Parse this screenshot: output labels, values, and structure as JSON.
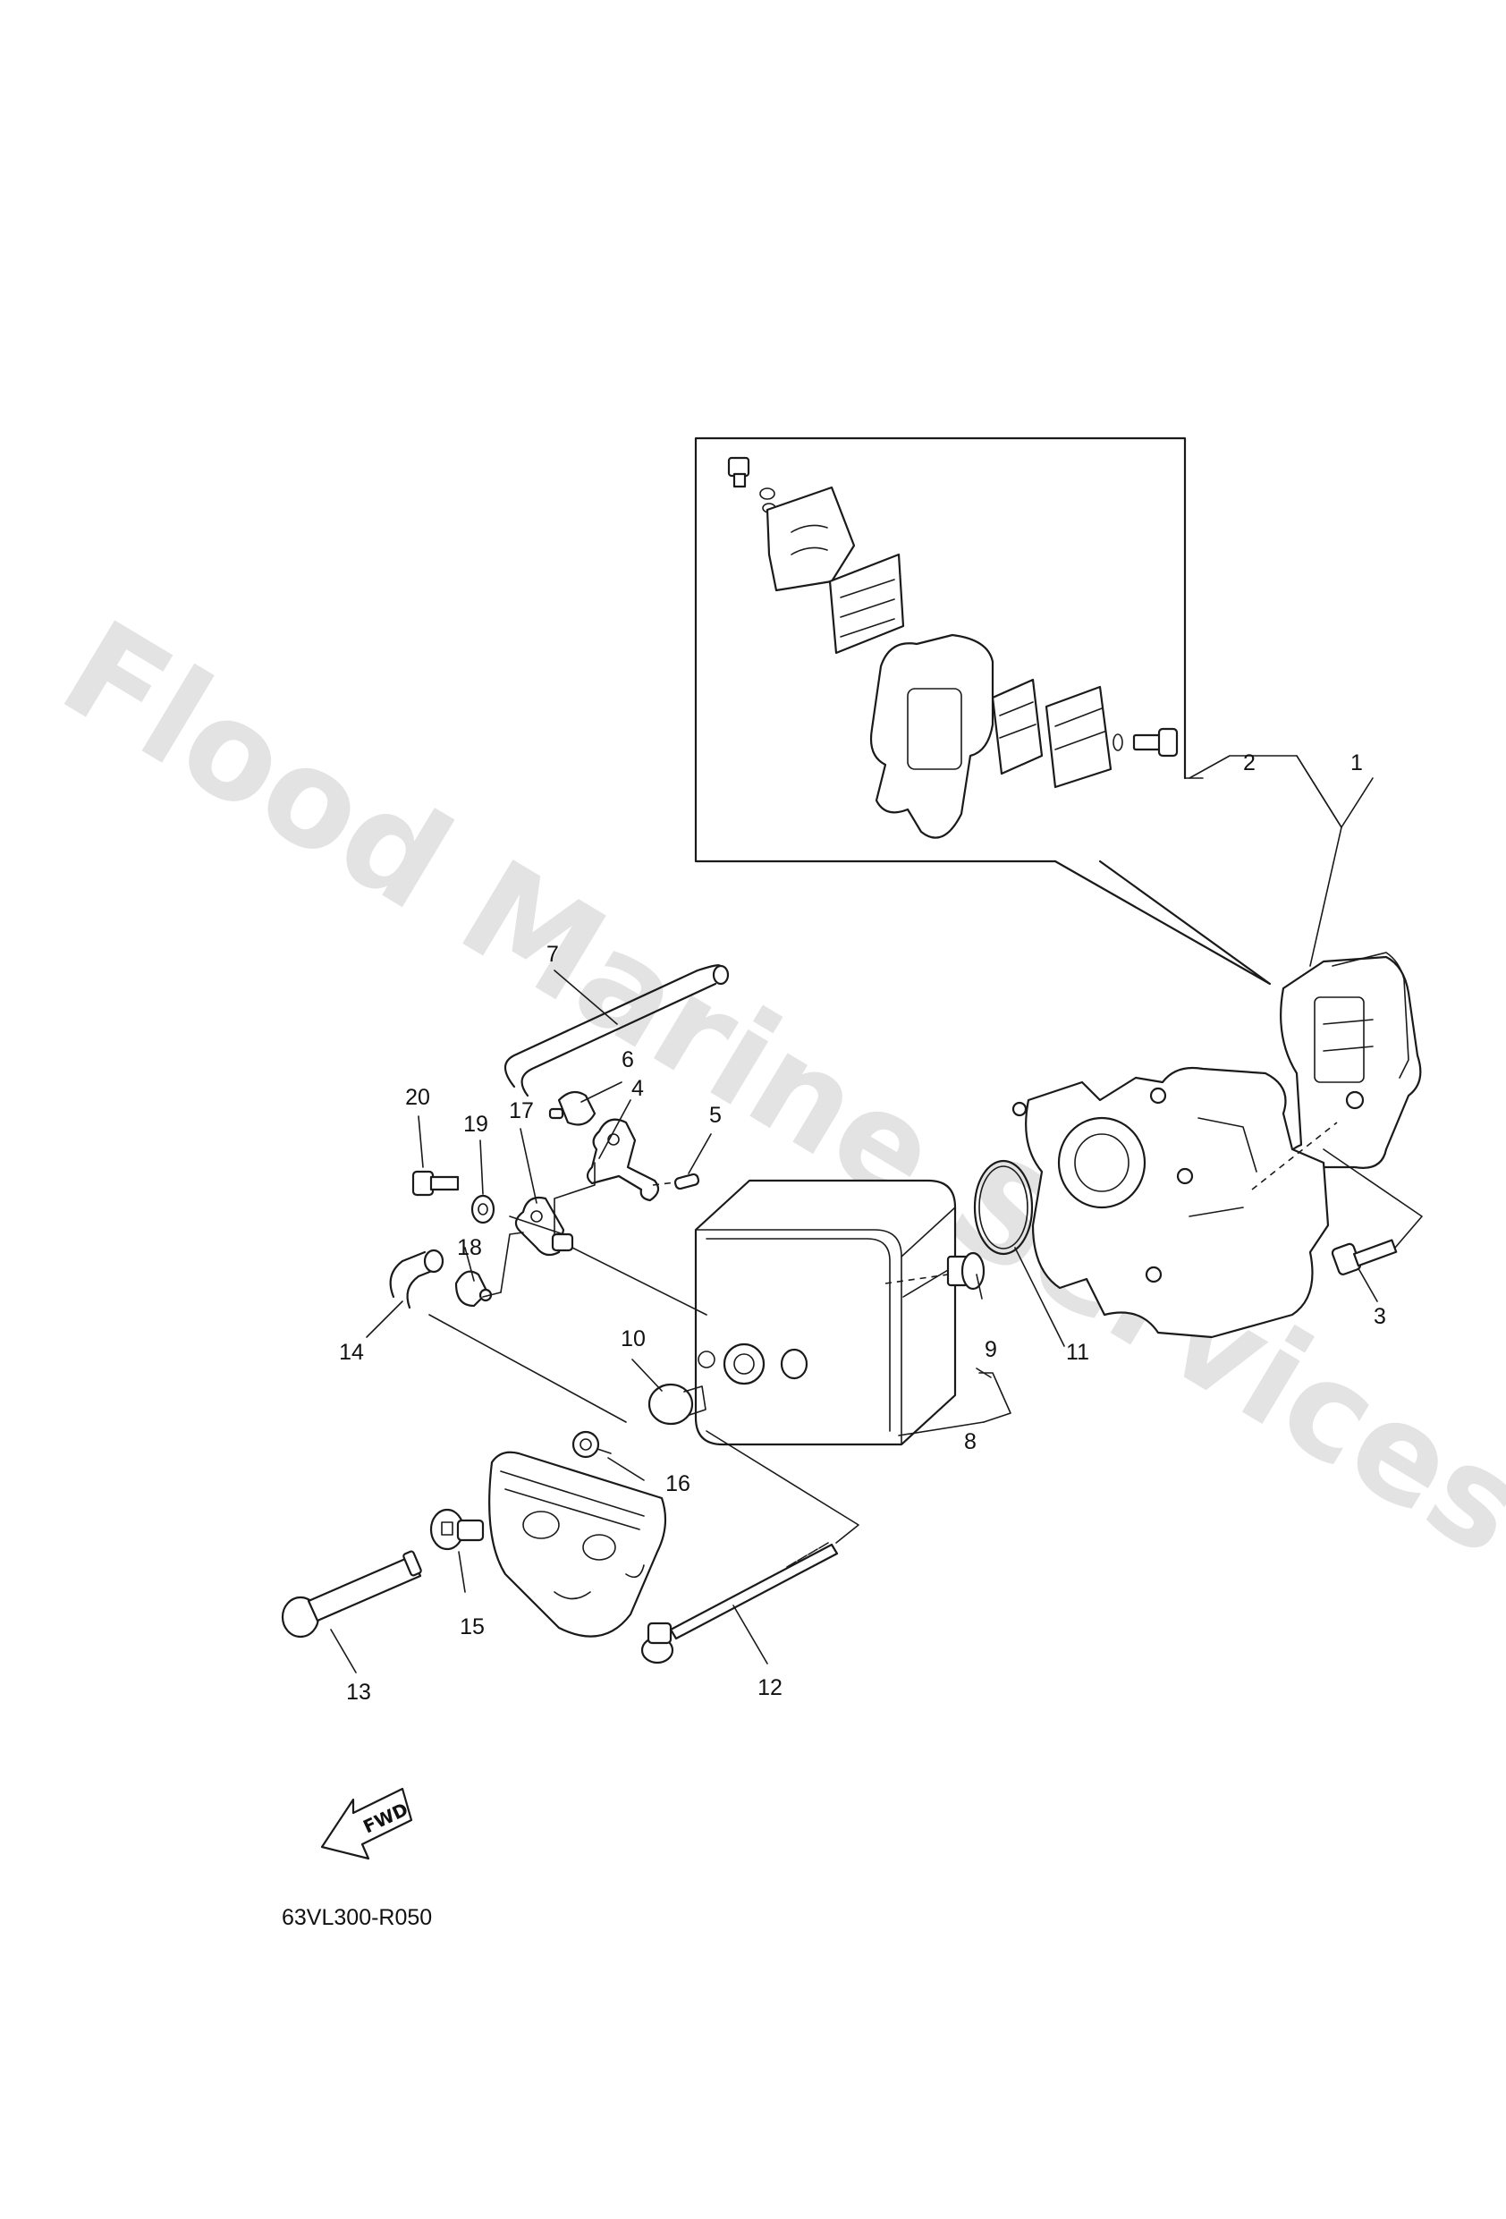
{
  "watermark": "Flood Marine Services",
  "diagram_code": "63VL300-R050",
  "fwd_label": "FWD",
  "callouts": [
    "1",
    "2",
    "3",
    "4",
    "5",
    "6",
    "7",
    "8",
    "9",
    "10",
    "11",
    "12",
    "13",
    "14",
    "15",
    "16",
    "17",
    "18",
    "19",
    "20"
  ],
  "colors": {
    "line": "#1a1a1a",
    "watermark": "#e3e3e3",
    "background": "#ffffff"
  }
}
